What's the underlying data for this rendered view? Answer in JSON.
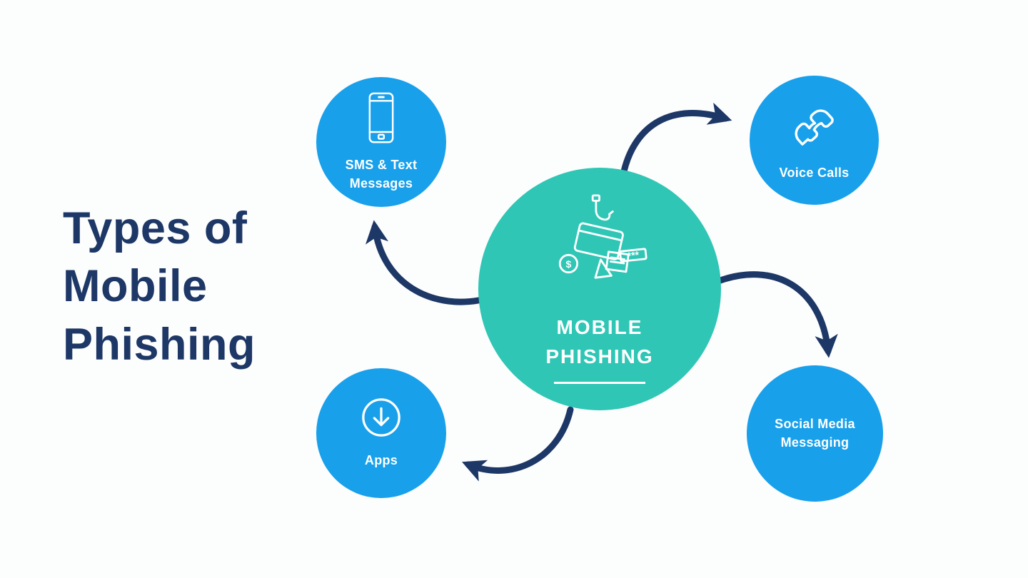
{
  "title": {
    "line1": "Types of",
    "line2": "Mobile",
    "line3": "Phishing"
  },
  "center": {
    "title_line1": "MOBILE",
    "title_line2": "PHISHING",
    "coin_symbol": "$",
    "password_mask": "***",
    "icon": "phishing-hook-card-icon"
  },
  "nodes": {
    "sms": {
      "label_line1": "SMS & Text",
      "label_line2": "Messages",
      "icon": "smartphone-icon"
    },
    "voice": {
      "label": "Voice Calls",
      "icon": "phone-handset-icon"
    },
    "social": {
      "label_line1": "Social Media",
      "label_line2": "Messaging"
    },
    "apps": {
      "label": "Apps",
      "icon": "download-icon"
    }
  },
  "colors": {
    "node_blue": "#18A0EB",
    "center_teal": "#2FC6B5",
    "navy": "#1D3766",
    "label_white": "#FFFFFF",
    "background": "#FCFDFD"
  }
}
